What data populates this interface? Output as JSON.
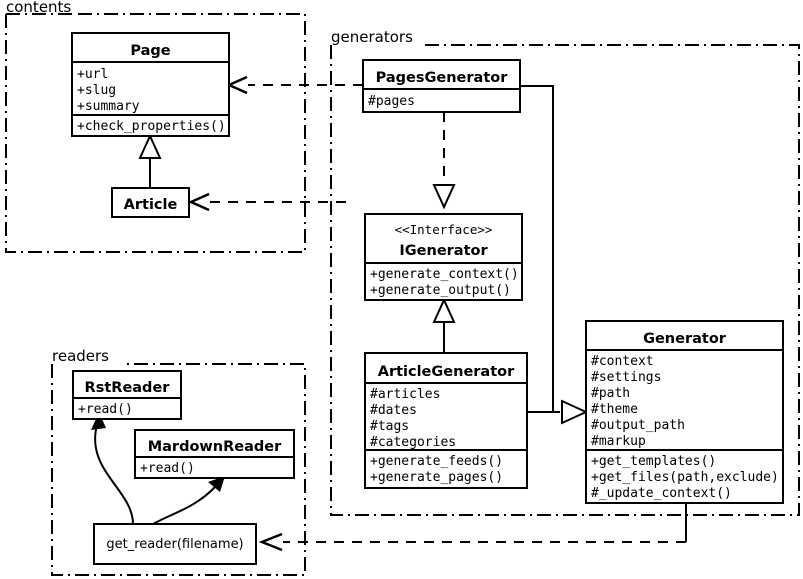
{
  "diagram": {
    "title": "UML Class Diagram",
    "background_color": "#ffffff",
    "line_color": "#000000"
  },
  "packages": [
    {
      "id": "contents",
      "label": "contents"
    },
    {
      "id": "generators",
      "label": "generators"
    },
    {
      "id": "readers",
      "label": "readers"
    }
  ],
  "classes": {
    "page": {
      "name": "Page",
      "stereotype": "",
      "attributes": [
        "+url",
        "+slug",
        "+summary"
      ],
      "methods": [
        "+check_properties()"
      ]
    },
    "article": {
      "name": "Article",
      "stereotype": "",
      "attributes": [],
      "methods": []
    },
    "pages_generator": {
      "name": "PagesGenerator",
      "stereotype": "",
      "attributes": [
        "#pages"
      ],
      "methods": []
    },
    "igenerator": {
      "name": "IGenerator",
      "stereotype": "<<Interface>>",
      "attributes": [],
      "methods": [
        "+generate_context()",
        "+generate_output()"
      ]
    },
    "article_generator": {
      "name": "ArticleGenerator",
      "stereotype": "",
      "attributes": [
        "#articles",
        "#dates",
        "#tags",
        "#categories"
      ],
      "methods": [
        "+generate_feeds()",
        "+generate_pages()"
      ]
    },
    "generator": {
      "name": "Generator",
      "stereotype": "",
      "attributes": [
        "#context",
        "#settings",
        "#path",
        "#theme",
        "#output_path",
        "#markup"
      ],
      "methods": [
        "+get_templates()",
        "+get_files(path,exclude)",
        "#_update_context()"
      ]
    },
    "rst_reader": {
      "name": "RstReader",
      "stereotype": "",
      "attributes": [],
      "methods": [
        "+read()"
      ]
    },
    "mardown_reader": {
      "name": "MardownReader",
      "stereotype": "",
      "attributes": [],
      "methods": [
        "+read()"
      ]
    },
    "get_reader": {
      "name": "get_reader(filename)",
      "stereotype": "",
      "attributes": [],
      "methods": []
    }
  },
  "relationships": [
    {
      "id": "article-inherits-page",
      "from": "Article",
      "to": "Page",
      "type": "generalization"
    },
    {
      "id": "pagesgen-realizes-igenerator",
      "from": "PagesGenerator",
      "to": "IGenerator",
      "type": "realization"
    },
    {
      "id": "articlegen-inherits-igenerator",
      "from": "ArticleGenerator",
      "to": "IGenerator",
      "type": "generalization"
    },
    {
      "id": "pagesgen-inherits-generator",
      "from": "PagesGenerator",
      "to": "Generator",
      "type": "generalization"
    },
    {
      "id": "articlegen-inherits-generator",
      "from": "ArticleGenerator",
      "to": "Generator",
      "type": "generalization"
    },
    {
      "id": "pagesgen-depends-page",
      "from": "PagesGenerator",
      "to": "Page",
      "type": "dependency"
    },
    {
      "id": "articlegen-depends-article",
      "from": "ArticleGenerator",
      "to": "Article",
      "type": "dependency"
    },
    {
      "id": "generator-depends-getreader",
      "from": "Generator",
      "to": "get_reader",
      "type": "dependency"
    },
    {
      "id": "getreader-creates-rstreader",
      "from": "get_reader",
      "to": "RstReader",
      "type": "create"
    },
    {
      "id": "getreader-creates-mdreader",
      "from": "get_reader",
      "to": "MardownReader",
      "type": "create"
    }
  ]
}
